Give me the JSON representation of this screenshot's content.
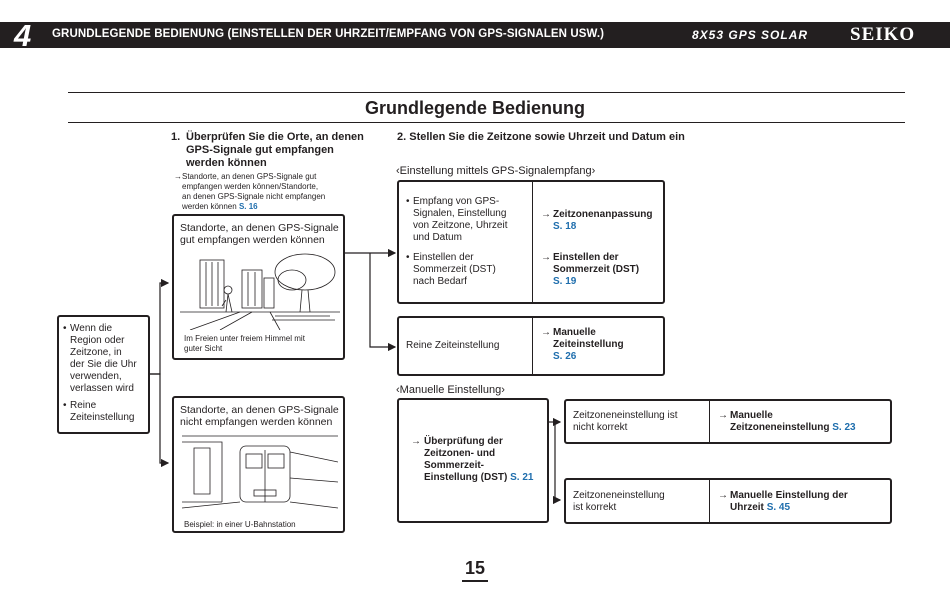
{
  "header": {
    "chapter_number": "4",
    "section_title": "GRUNDLEGENDE BEDIENUNG (EINSTELLEN DER UHRZEIT/EMPFANG VON GPS-SIGNALEN USW.)",
    "model": "8X53 GPS SOLAR",
    "brand": "SEIKO"
  },
  "page_title": "Grundlegende Bedienung",
  "step1": {
    "number": "1.",
    "heading": [
      "Überprüfen Sie die Orte, an denen",
      "GPS-Signale gut empfangen",
      "werden können"
    ],
    "note_lines": [
      "Standorte, an denen GPS-Signale gut",
      "empfangen werden können/Standorte,",
      "an denen GPS-Signale nicht empfangen",
      "werden können"
    ],
    "note_link": "S. 16"
  },
  "step2": {
    "number": "2.",
    "heading": "Stellen Sie die Zeitzone sowie Uhrzeit und Datum ein"
  },
  "start_box": {
    "items": [
      [
        "Wenn die",
        "Region oder",
        "Zeitzone, in",
        "der Sie die Uhr",
        "verwenden,",
        "verlassen wird"
      ],
      [
        "Reine",
        "Zeiteinstellung"
      ]
    ]
  },
  "good_box": {
    "title": [
      "Standorte, an denen GPS-Signale",
      "gut empfangen werden können"
    ],
    "caption": [
      "Im Freien unter freiem Himmel mit",
      "guter Sicht"
    ]
  },
  "bad_box": {
    "title": [
      "Standorte, an denen GPS-Signale",
      "nicht empfangen werden können"
    ],
    "caption": "Beispiel: in einer U-Bahnstation"
  },
  "gps_section": {
    "label": "Einstellung mittels GPS-Signalempfang",
    "item1": [
      "Empfang von GPS-",
      "Signalen, Einstellung",
      "von Zeitzone, Uhrzeit",
      "und Datum"
    ],
    "item1_target": "Zeitzonenanpassung",
    "item1_page": "S. 18",
    "item2": [
      "Einstellen der",
      "Sommerzeit (DST)",
      "nach Bedarf"
    ],
    "item2_target": [
      "Einstellen der",
      "Sommerzeit (DST)"
    ],
    "item2_page": "S. 19"
  },
  "time_only_box": {
    "text": "Reine Zeiteinstellung",
    "target": [
      "Manuelle",
      "Zeiteinstellung"
    ],
    "page": "S. 26"
  },
  "manual_section": {
    "label": "Manuelle Einstellung",
    "check": [
      "Überprüfung der",
      "Zeitzonen- und",
      "Sommerzeit-",
      "Einstellung (DST)"
    ],
    "check_page": "S. 21",
    "incorrect": {
      "text": [
        "Zeitzoneneinstellung ist",
        "nicht korrekt"
      ],
      "target": [
        "Manuelle",
        "Zeitzoneneinstellung"
      ],
      "page": "S. 23"
    },
    "correct": {
      "text": [
        "Zeitzoneneinstellung",
        "ist korrekt"
      ],
      "target": [
        "Manuelle Einstellung der",
        "Uhrzeit"
      ],
      "page": "S. 45"
    }
  },
  "page_number": "15",
  "colors": {
    "ink": "#231f20",
    "link": "#1f6ead"
  }
}
